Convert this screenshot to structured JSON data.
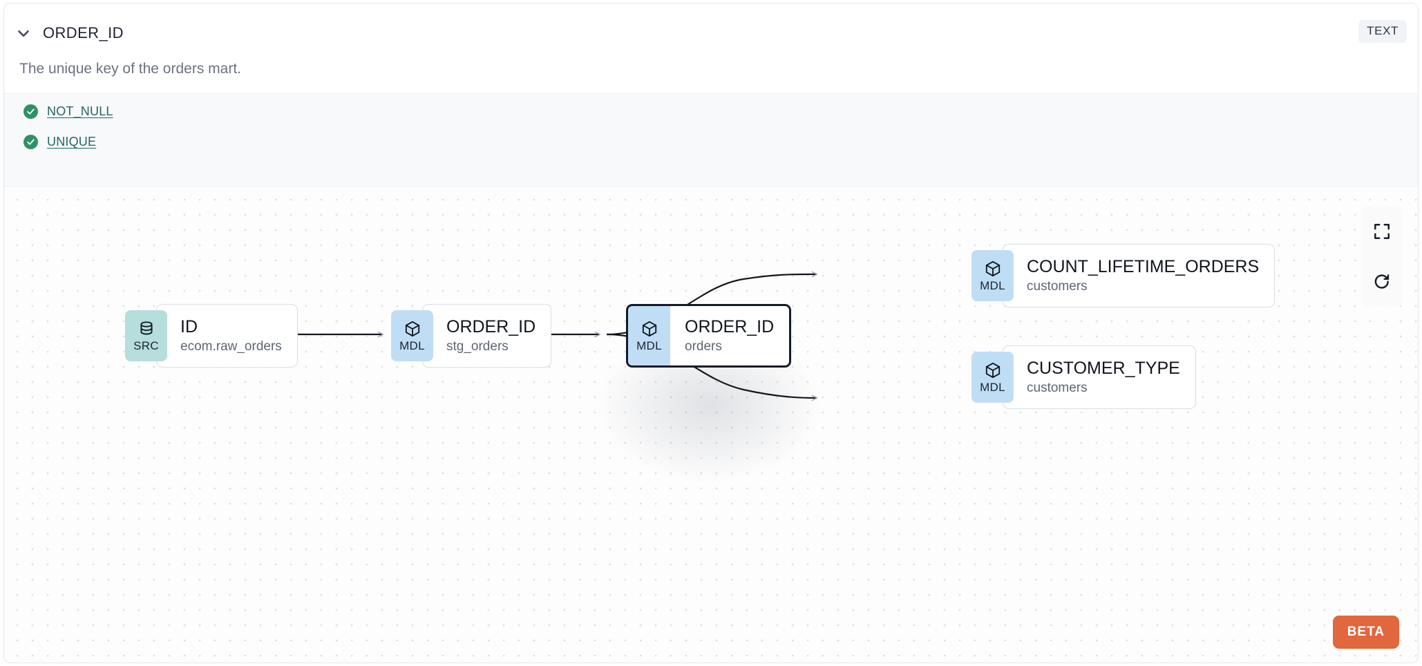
{
  "header": {
    "chevron_icon": "chevron-down-icon",
    "column_name": "ORDER_ID",
    "type_badge": "TEXT",
    "description": "The unique key of the orders mart."
  },
  "tests": {
    "items": [
      {
        "icon": "check-circle-icon",
        "label": "NOT_NULL"
      },
      {
        "icon": "check-circle-icon",
        "label": "UNIQUE"
      }
    ]
  },
  "lineage": {
    "controls": [
      {
        "icon": "fullscreen-icon",
        "name": "fullscreen-button"
      },
      {
        "icon": "refresh-icon",
        "name": "refresh-button"
      }
    ],
    "beta_label": "BETA",
    "nodes": [
      {
        "id": "src-id",
        "tag": "SRC",
        "icon": "database-icon",
        "name": "ID",
        "sub": "ecom.raw_orders",
        "selected": false
      },
      {
        "id": "stg-order-id",
        "tag": "MDL",
        "icon": "cube-icon",
        "name": "ORDER_ID",
        "sub": "stg_orders",
        "selected": false
      },
      {
        "id": "orders-order-id",
        "tag": "MDL",
        "icon": "cube-icon",
        "name": "ORDER_ID",
        "sub": "orders",
        "selected": true
      },
      {
        "id": "count-lifetime",
        "tag": "MDL",
        "icon": "cube-icon",
        "name": "COUNT_LIFETIME_ORDERS",
        "sub": "customers",
        "selected": false
      },
      {
        "id": "customer-type",
        "tag": "MDL",
        "icon": "cube-icon",
        "name": "CUSTOMER_TYPE",
        "sub": "customers",
        "selected": false
      }
    ]
  },
  "colors": {
    "src_badge": "#b5dedc",
    "mdl_badge": "#bfdef5",
    "test_pass": "#2f9068",
    "test_link": "#21675f",
    "beta": "#e2663e",
    "selected_border": "#131a29"
  }
}
